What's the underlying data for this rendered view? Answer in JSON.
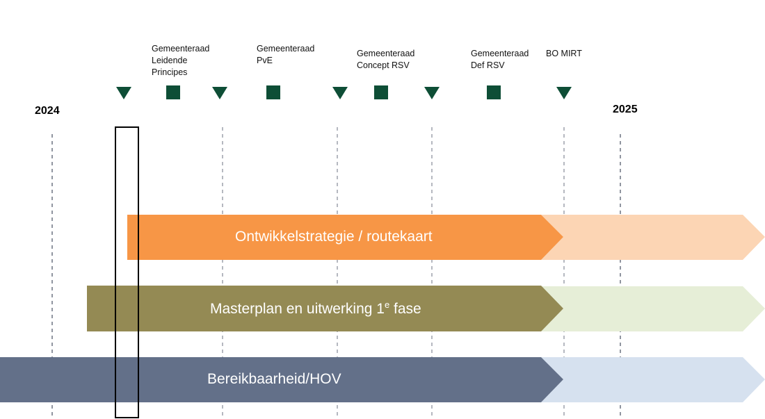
{
  "years": {
    "start": "2024",
    "end": "2025"
  },
  "milestones": [
    {
      "lines": [
        "Gemeenteraad",
        "Leidende",
        "Principes"
      ]
    },
    {
      "lines": [
        "Gemeenteraad",
        "PvE"
      ]
    },
    {
      "lines": [
        "Gemeenteraad",
        "Concept RSV"
      ]
    },
    {
      "lines": [
        "Gemeenteraad",
        "Def RSV"
      ]
    },
    {
      "lines": [
        "BO MIRT"
      ]
    }
  ],
  "bars": [
    {
      "label": "Ontwikkelstrategie / routekaart",
      "color": "#f79646",
      "future_color": "#fcd5b4"
    },
    {
      "label_pre": "Masterplan en uitwerking 1",
      "label_sup": "e",
      "label_post": " fase",
      "color": "#948a54",
      "future_color": "#e6eed7"
    },
    {
      "label": "Bereikbaarheid/HOV",
      "color": "#637089",
      "future_color": "#d6e1ef"
    }
  ],
  "colors": {
    "marker": "#0e4e36",
    "gridline": "#6b7280",
    "highlight_box": "#000000"
  }
}
